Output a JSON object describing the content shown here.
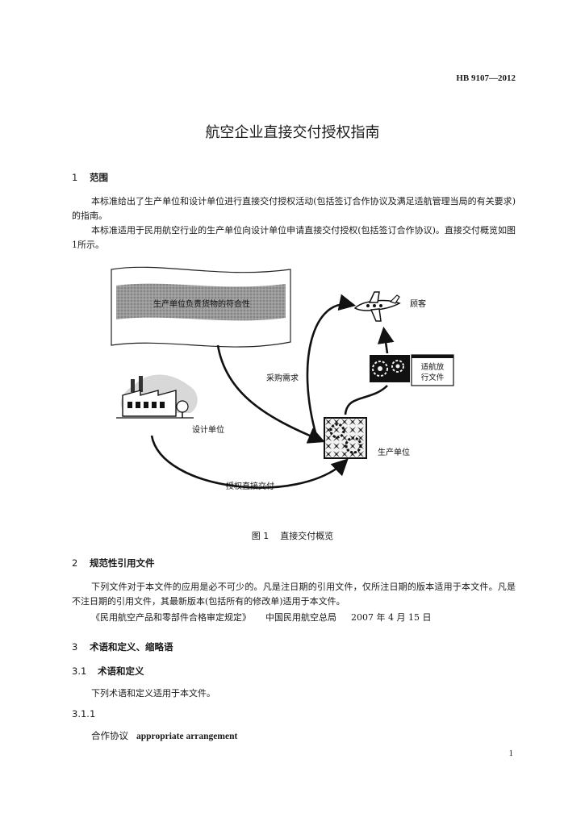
{
  "header": {
    "standard_code": "HB 9107—2012"
  },
  "doc": {
    "title": "航空企业直接交付授权指南"
  },
  "s1": {
    "num": "1",
    "heading": "范围",
    "p1": "本标准给出了生产单位和设计单位进行直接交付授权活动(包括签订合作协议及满足适航管理当局的有关要求)的指南。",
    "p2": "本标准适用于民用航空行业的生产单位向设计单位申请直接交付授权(包括签订合作协议)。直接交付概览如图1所示。"
  },
  "figure": {
    "banner_text": "生产单位负责货物的符合性",
    "customer": "顾客",
    "procurement": "采购需求",
    "airworthiness_line1": "适航放",
    "airworthiness_line2": "行文件",
    "design_unit": "设计单位",
    "production_unit": "生产单位",
    "authorize": "授权直接交付",
    "caption_num": "图 1",
    "caption_text": "直接交付概览"
  },
  "s2": {
    "num": "2",
    "heading": "规范性引用文件",
    "p1": "下列文件对于本文件的应用是必不可少的。凡是注日期的引用文件，仅所注日期的版本适用于本文件。凡是不注日期的引用文件，其最新版本(包括所有的修改单)适用于本文件。",
    "ref_title": "《民用航空产品和零部件合格审定规定》",
    "ref_org": "中国民用航空总局",
    "ref_date": "2007 年 4 月 15 日"
  },
  "s3": {
    "num": "3",
    "heading": "术语和定义、缩略语",
    "s31_num": "3.1",
    "s31_heading": "术语和定义",
    "s31_p": "下列术语和定义适用于本文件。",
    "s311_num": "3.1.1",
    "term_cn": "合作协议",
    "term_en": "appropriate arrangement"
  },
  "footer": {
    "page": "1"
  }
}
